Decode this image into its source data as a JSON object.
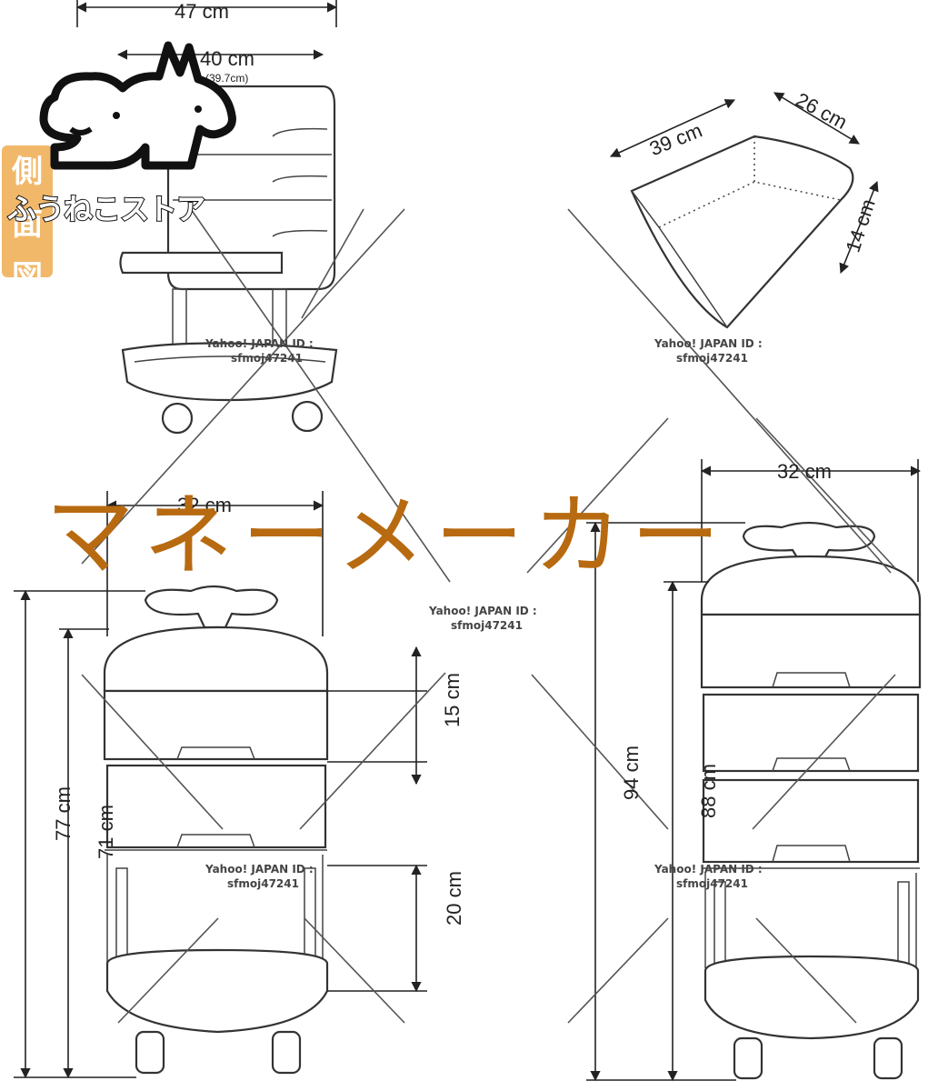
{
  "overlay": {
    "store_name": "ふうねこストア",
    "maker_text": "マネーメーカー",
    "side_badge": [
      "側",
      "面",
      "図"
    ],
    "watermark_line1": "Yahoo! JAPAN ID :",
    "watermark_line2": "sfmoj47241"
  },
  "dimensions": {
    "side_total_width": "47 cm",
    "side_inner_width": "40 cm",
    "side_inner_width_note": "(39.7cm)",
    "basket_length": "39 cm",
    "basket_width": "26 cm",
    "basket_height": "14 cm",
    "front_width": "32 cm",
    "front_total_height": "77 cm",
    "front_body_height": "71 cm",
    "drawer_height": "15 cm",
    "bottom_space": "20 cm",
    "tall_width": "32 cm",
    "tall_total_height": "94 cm",
    "tall_body_height": "88 cm"
  },
  "colors": {
    "maker_text": "#b86a10",
    "badge_bg": "#f0b25e",
    "line": "#333333"
  },
  "icons": [
    "cat-and-dog-logo-icon"
  ]
}
